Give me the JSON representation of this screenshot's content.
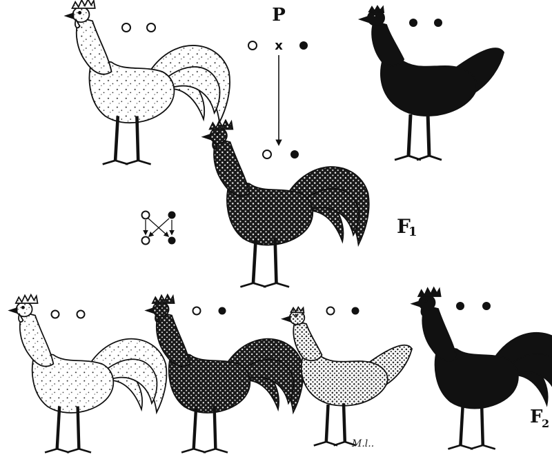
{
  "labels": {
    "parental": "P",
    "cross": "x",
    "f1_main": "F",
    "f1_sub": "1",
    "f2_main": "F",
    "f2_sub": "2",
    "signature": "M.l.."
  },
  "colors": {
    "ink": "#111111",
    "paper": "#ffffff",
    "light_fill": "#ffffff",
    "dark_fill": "#111111",
    "speckled_fill": "#8a8a8a"
  },
  "birds": [
    {
      "id": "p-white-rooster",
      "generation": "P",
      "sex": "rooster",
      "plumage": "white-speckled",
      "alleles": [
        "white",
        "white"
      ]
    },
    {
      "id": "p-black-hen",
      "generation": "P",
      "sex": "hen",
      "plumage": "black",
      "alleles": [
        "black",
        "black"
      ]
    },
    {
      "id": "f1-blue-rooster",
      "generation": "F1",
      "sex": "rooster",
      "plumage": "blue-laced",
      "alleles": [
        "white",
        "black"
      ]
    },
    {
      "id": "f2-white-rooster",
      "generation": "F2",
      "sex": "rooster",
      "plumage": "white-speckled",
      "alleles": [
        "white",
        "white"
      ]
    },
    {
      "id": "f2-blue-rooster",
      "generation": "F2",
      "sex": "rooster",
      "plumage": "blue-laced",
      "alleles": [
        "white",
        "black"
      ]
    },
    {
      "id": "f2-blue-hen",
      "generation": "F2",
      "sex": "hen",
      "plumage": "blue-laced",
      "alleles": [
        "white",
        "black"
      ]
    },
    {
      "id": "f2-black-rooster",
      "generation": "F2",
      "sex": "rooster",
      "plumage": "black",
      "alleles": [
        "black",
        "black"
      ]
    }
  ]
}
